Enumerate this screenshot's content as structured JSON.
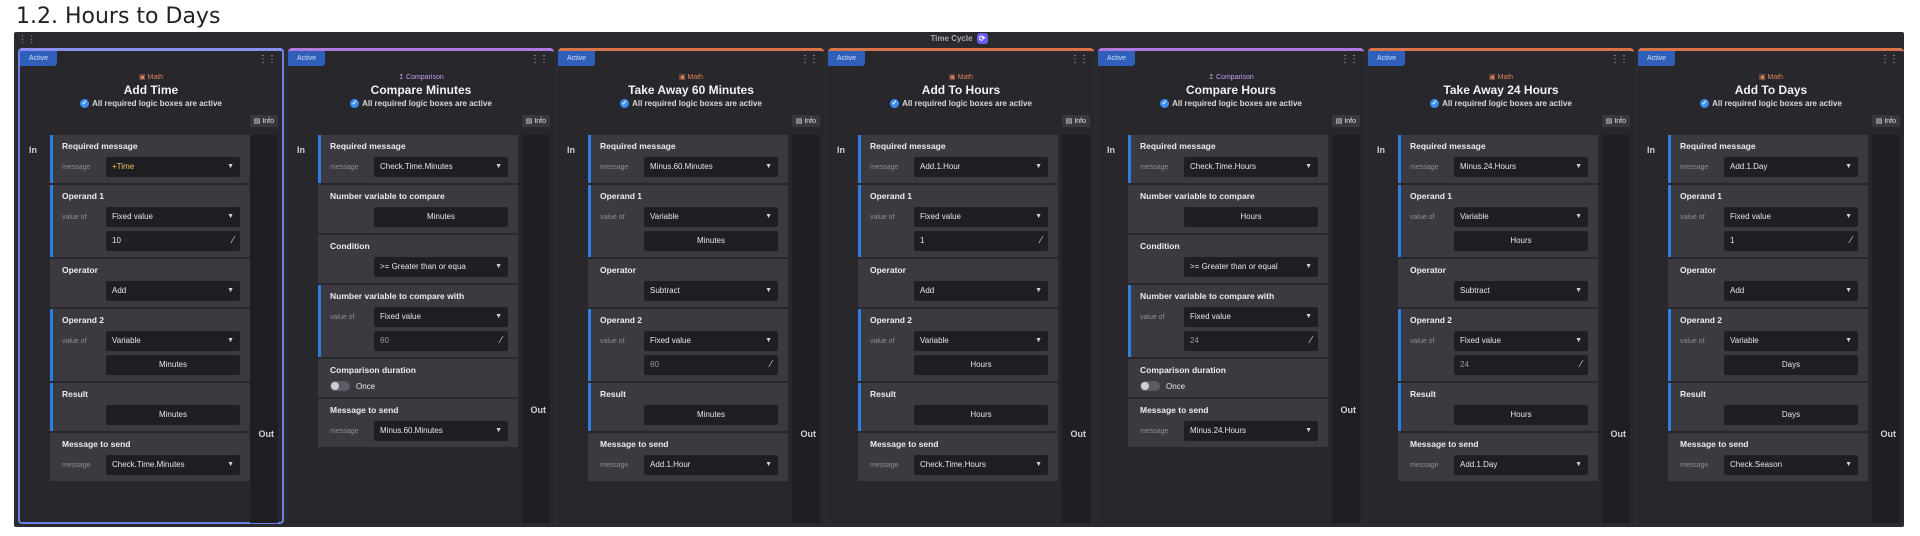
{
  "page": {
    "title": "1.2. Hours to Days"
  },
  "canvas": {
    "header": "Time Cycle",
    "badge_icon": "cycle-icon"
  },
  "labels": {
    "active": "Active",
    "status": "All required logic boxes are active",
    "info": "Info",
    "in": "In",
    "out": "Out",
    "once": "Once"
  },
  "colors": {
    "math_accent": "#d9744a",
    "compare_accent": "#b07ae0",
    "active_blue": "#2f7fe0",
    "selection": "#6f7fe8"
  },
  "columns": [
    {
      "kind": "Math",
      "title": "Add Time",
      "steps": [
        {
          "label": "Required message",
          "rows": [
            {
              "rl": "message",
              "value": "+Time",
              "type": "sel trigger"
            }
          ]
        },
        {
          "label": "Operand 1",
          "rows": [
            {
              "rl": "value of",
              "value": "Fixed value",
              "type": "sel"
            },
            {
              "rl": "",
              "value": "10",
              "type": "num"
            }
          ]
        },
        {
          "label": "Operator",
          "plain": true,
          "rows": [
            {
              "rl": "",
              "value": "Add",
              "type": "sel"
            }
          ]
        },
        {
          "label": "Operand 2",
          "rows": [
            {
              "rl": "value of",
              "value": "Variable",
              "type": "sel"
            },
            {
              "rl": "",
              "value": "Minutes",
              "type": "center"
            }
          ]
        },
        {
          "label": "Result",
          "rows": [
            {
              "rl": "",
              "value": "Minutes",
              "type": "center"
            }
          ]
        },
        {
          "label": "Message to send",
          "plain": true,
          "rows": [
            {
              "rl": "message",
              "value": "Check.Time.Minutes",
              "type": "sel"
            }
          ]
        }
      ]
    },
    {
      "kind": "Comparison",
      "title": "Compare Minutes",
      "steps": [
        {
          "label": "Required message",
          "rows": [
            {
              "rl": "message",
              "value": "Check.Time.Minutes",
              "type": "sel"
            }
          ]
        },
        {
          "label": "Number variable to compare",
          "plain": true,
          "rows": [
            {
              "rl": "",
              "value": "Minutes",
              "type": "center"
            }
          ]
        },
        {
          "label": "Condition",
          "plain": true,
          "rows": [
            {
              "rl": "",
              "value": ">= Greater than or equa",
              "type": "sel"
            }
          ]
        },
        {
          "label": "Number variable to compare with",
          "rows": [
            {
              "rl": "value of",
              "value": "Fixed value",
              "type": "sel"
            },
            {
              "rl": "",
              "value": "60",
              "type": "num dim"
            }
          ]
        },
        {
          "label": "Comparison duration",
          "plain": true,
          "toggle": true
        },
        {
          "label": "Message to send",
          "plain": true,
          "rows": [
            {
              "rl": "message",
              "value": "Minus.60.Minutes",
              "type": "sel"
            }
          ]
        }
      ]
    },
    {
      "kind": "Math",
      "title": "Take Away 60 Minutes",
      "steps": [
        {
          "label": "Required message",
          "rows": [
            {
              "rl": "message",
              "value": "Minus.60.Minutes",
              "type": "sel"
            }
          ]
        },
        {
          "label": "Operand 1",
          "rows": [
            {
              "rl": "value of",
              "value": "Variable",
              "type": "sel"
            },
            {
              "rl": "",
              "value": "Minutes",
              "type": "center"
            }
          ]
        },
        {
          "label": "Operator",
          "plain": true,
          "rows": [
            {
              "rl": "",
              "value": "Subtract",
              "type": "sel"
            }
          ]
        },
        {
          "label": "Operand 2",
          "rows": [
            {
              "rl": "value of",
              "value": "Fixed value",
              "type": "sel"
            },
            {
              "rl": "",
              "value": "60",
              "type": "num dim"
            }
          ]
        },
        {
          "label": "Result",
          "rows": [
            {
              "rl": "",
              "value": "Minutes",
              "type": "center"
            }
          ]
        },
        {
          "label": "Message to send",
          "plain": true,
          "rows": [
            {
              "rl": "message",
              "value": "Add.1.Hour",
              "type": "sel"
            }
          ]
        }
      ]
    },
    {
      "kind": "Math",
      "title": "Add To Hours",
      "steps": [
        {
          "label": "Required message",
          "rows": [
            {
              "rl": "message",
              "value": "Add.1.Hour",
              "type": "sel"
            }
          ]
        },
        {
          "label": "Operand 1",
          "rows": [
            {
              "rl": "value of",
              "value": "Fixed value",
              "type": "sel"
            },
            {
              "rl": "",
              "value": "1",
              "type": "num"
            }
          ]
        },
        {
          "label": "Operator",
          "plain": true,
          "rows": [
            {
              "rl": "",
              "value": "Add",
              "type": "sel"
            }
          ]
        },
        {
          "label": "Operand 2",
          "rows": [
            {
              "rl": "value of",
              "value": "Variable",
              "type": "sel"
            },
            {
              "rl": "",
              "value": "Hours",
              "type": "center"
            }
          ]
        },
        {
          "label": "Result",
          "rows": [
            {
              "rl": "",
              "value": "Hours",
              "type": "center"
            }
          ]
        },
        {
          "label": "Message to send",
          "plain": true,
          "rows": [
            {
              "rl": "message",
              "value": "Check.Time.Hours",
              "type": "sel"
            }
          ]
        }
      ]
    },
    {
      "kind": "Comparison",
      "title": "Compare Hours",
      "steps": [
        {
          "label": "Required message",
          "rows": [
            {
              "rl": "message",
              "value": "Check.Time.Hours",
              "type": "sel"
            }
          ]
        },
        {
          "label": "Number variable to compare",
          "plain": true,
          "rows": [
            {
              "rl": "",
              "value": "Hours",
              "type": "center"
            }
          ]
        },
        {
          "label": "Condition",
          "plain": true,
          "rows": [
            {
              "rl": "",
              "value": ">= Greater than or equal",
              "type": "sel"
            }
          ]
        },
        {
          "label": "Number variable to compare with",
          "rows": [
            {
              "rl": "value of",
              "value": "Fixed value",
              "type": "sel"
            },
            {
              "rl": "",
              "value": "24",
              "type": "num dim"
            }
          ]
        },
        {
          "label": "Comparison duration",
          "plain": true,
          "toggle": true
        },
        {
          "label": "Message to send",
          "plain": true,
          "rows": [
            {
              "rl": "message",
              "value": "Minus.24.Hours",
              "type": "sel"
            }
          ]
        }
      ]
    },
    {
      "kind": "Math",
      "title": "Take Away 24 Hours",
      "steps": [
        {
          "label": "Required message",
          "rows": [
            {
              "rl": "message",
              "value": "Minus.24.Hours",
              "type": "sel"
            }
          ]
        },
        {
          "label": "Operand 1",
          "rows": [
            {
              "rl": "value of",
              "value": "Variable",
              "type": "sel"
            },
            {
              "rl": "",
              "value": "Hours",
              "type": "center"
            }
          ]
        },
        {
          "label": "Operator",
          "plain": true,
          "rows": [
            {
              "rl": "",
              "value": "Subtract",
              "type": "sel"
            }
          ]
        },
        {
          "label": "Operand 2",
          "rows": [
            {
              "rl": "value of",
              "value": "Fixed value",
              "type": "sel"
            },
            {
              "rl": "",
              "value": "24",
              "type": "num dim"
            }
          ]
        },
        {
          "label": "Result",
          "rows": [
            {
              "rl": "",
              "value": "Hours",
              "type": "center"
            }
          ]
        },
        {
          "label": "Message to send",
          "plain": true,
          "rows": [
            {
              "rl": "message",
              "value": "Add.1.Day",
              "type": "sel"
            }
          ]
        }
      ]
    },
    {
      "kind": "Math",
      "title": "Add To Days",
      "steps": [
        {
          "label": "Required message",
          "rows": [
            {
              "rl": "message",
              "value": "Add.1.Day",
              "type": "sel"
            }
          ]
        },
        {
          "label": "Operand 1",
          "rows": [
            {
              "rl": "value of",
              "value": "Fixed value",
              "type": "sel"
            },
            {
              "rl": "",
              "value": "1",
              "type": "num"
            }
          ]
        },
        {
          "label": "Operator",
          "plain": true,
          "rows": [
            {
              "rl": "",
              "value": "Add",
              "type": "sel"
            }
          ]
        },
        {
          "label": "Operand 2",
          "rows": [
            {
              "rl": "value of",
              "value": "Variable",
              "type": "sel"
            },
            {
              "rl": "",
              "value": "Days",
              "type": "center"
            }
          ]
        },
        {
          "label": "Result",
          "rows": [
            {
              "rl": "",
              "value": "Days",
              "type": "center"
            }
          ]
        },
        {
          "label": "Message to send",
          "plain": true,
          "rows": [
            {
              "rl": "message",
              "value": "Check.Season",
              "type": "sel"
            }
          ]
        }
      ]
    }
  ]
}
